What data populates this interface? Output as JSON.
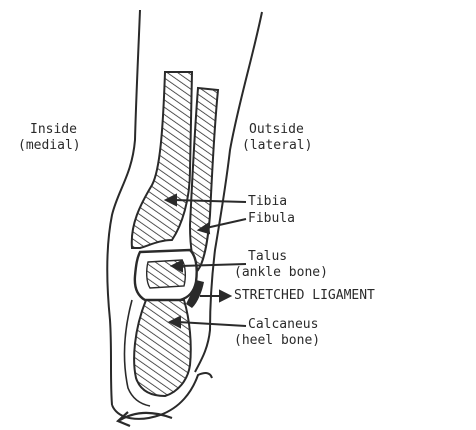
{
  "labels": {
    "inside": "Inside",
    "medial": "(medial)",
    "outside": "Outside",
    "lateral": "(lateral)",
    "tibia": "Tibia",
    "fibula": "Fibula",
    "talus": "Talus",
    "ankle_bone": "(ankle bone)",
    "stretched_ligament": "STRETCHED LIGAMENT",
    "calcaneus": "Calcaneus",
    "heel_bone": "(heel bone)"
  },
  "colors": {
    "ink": "#2a2a2a",
    "paper": "#ffffff"
  }
}
